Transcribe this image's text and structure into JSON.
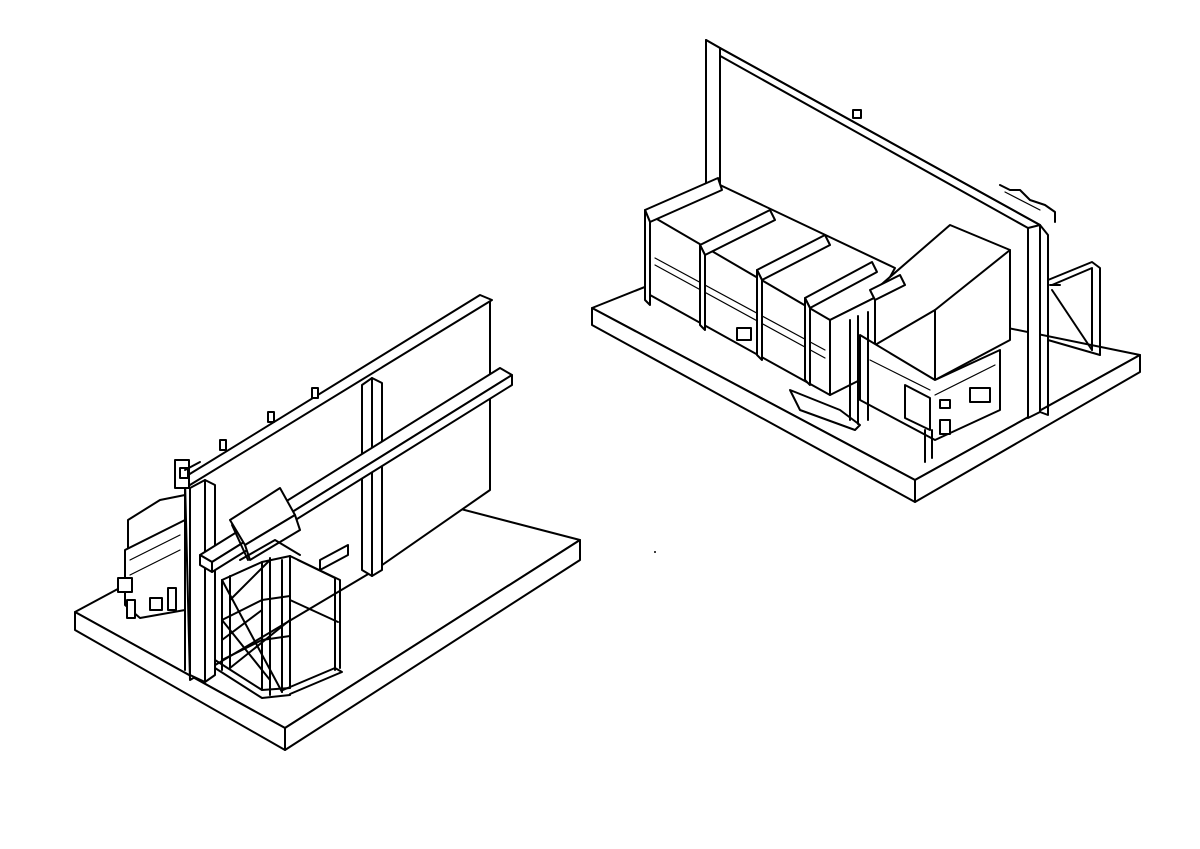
{
  "drawing": {
    "background_color": "#ffffff",
    "line_color": "#000000",
    "views": [
      {
        "id": "left-installation",
        "components": [
          "concrete-slab",
          "building-wall",
          "wall-beam",
          "compactor-unit",
          "bin-lifter-frame",
          "safety-cage"
        ]
      },
      {
        "id": "right-installation",
        "components": [
          "concrete-slab",
          "building-wall",
          "container-body",
          "container-rails",
          "feed-hopper",
          "compactor-unit",
          "safety-cage"
        ]
      }
    ]
  }
}
